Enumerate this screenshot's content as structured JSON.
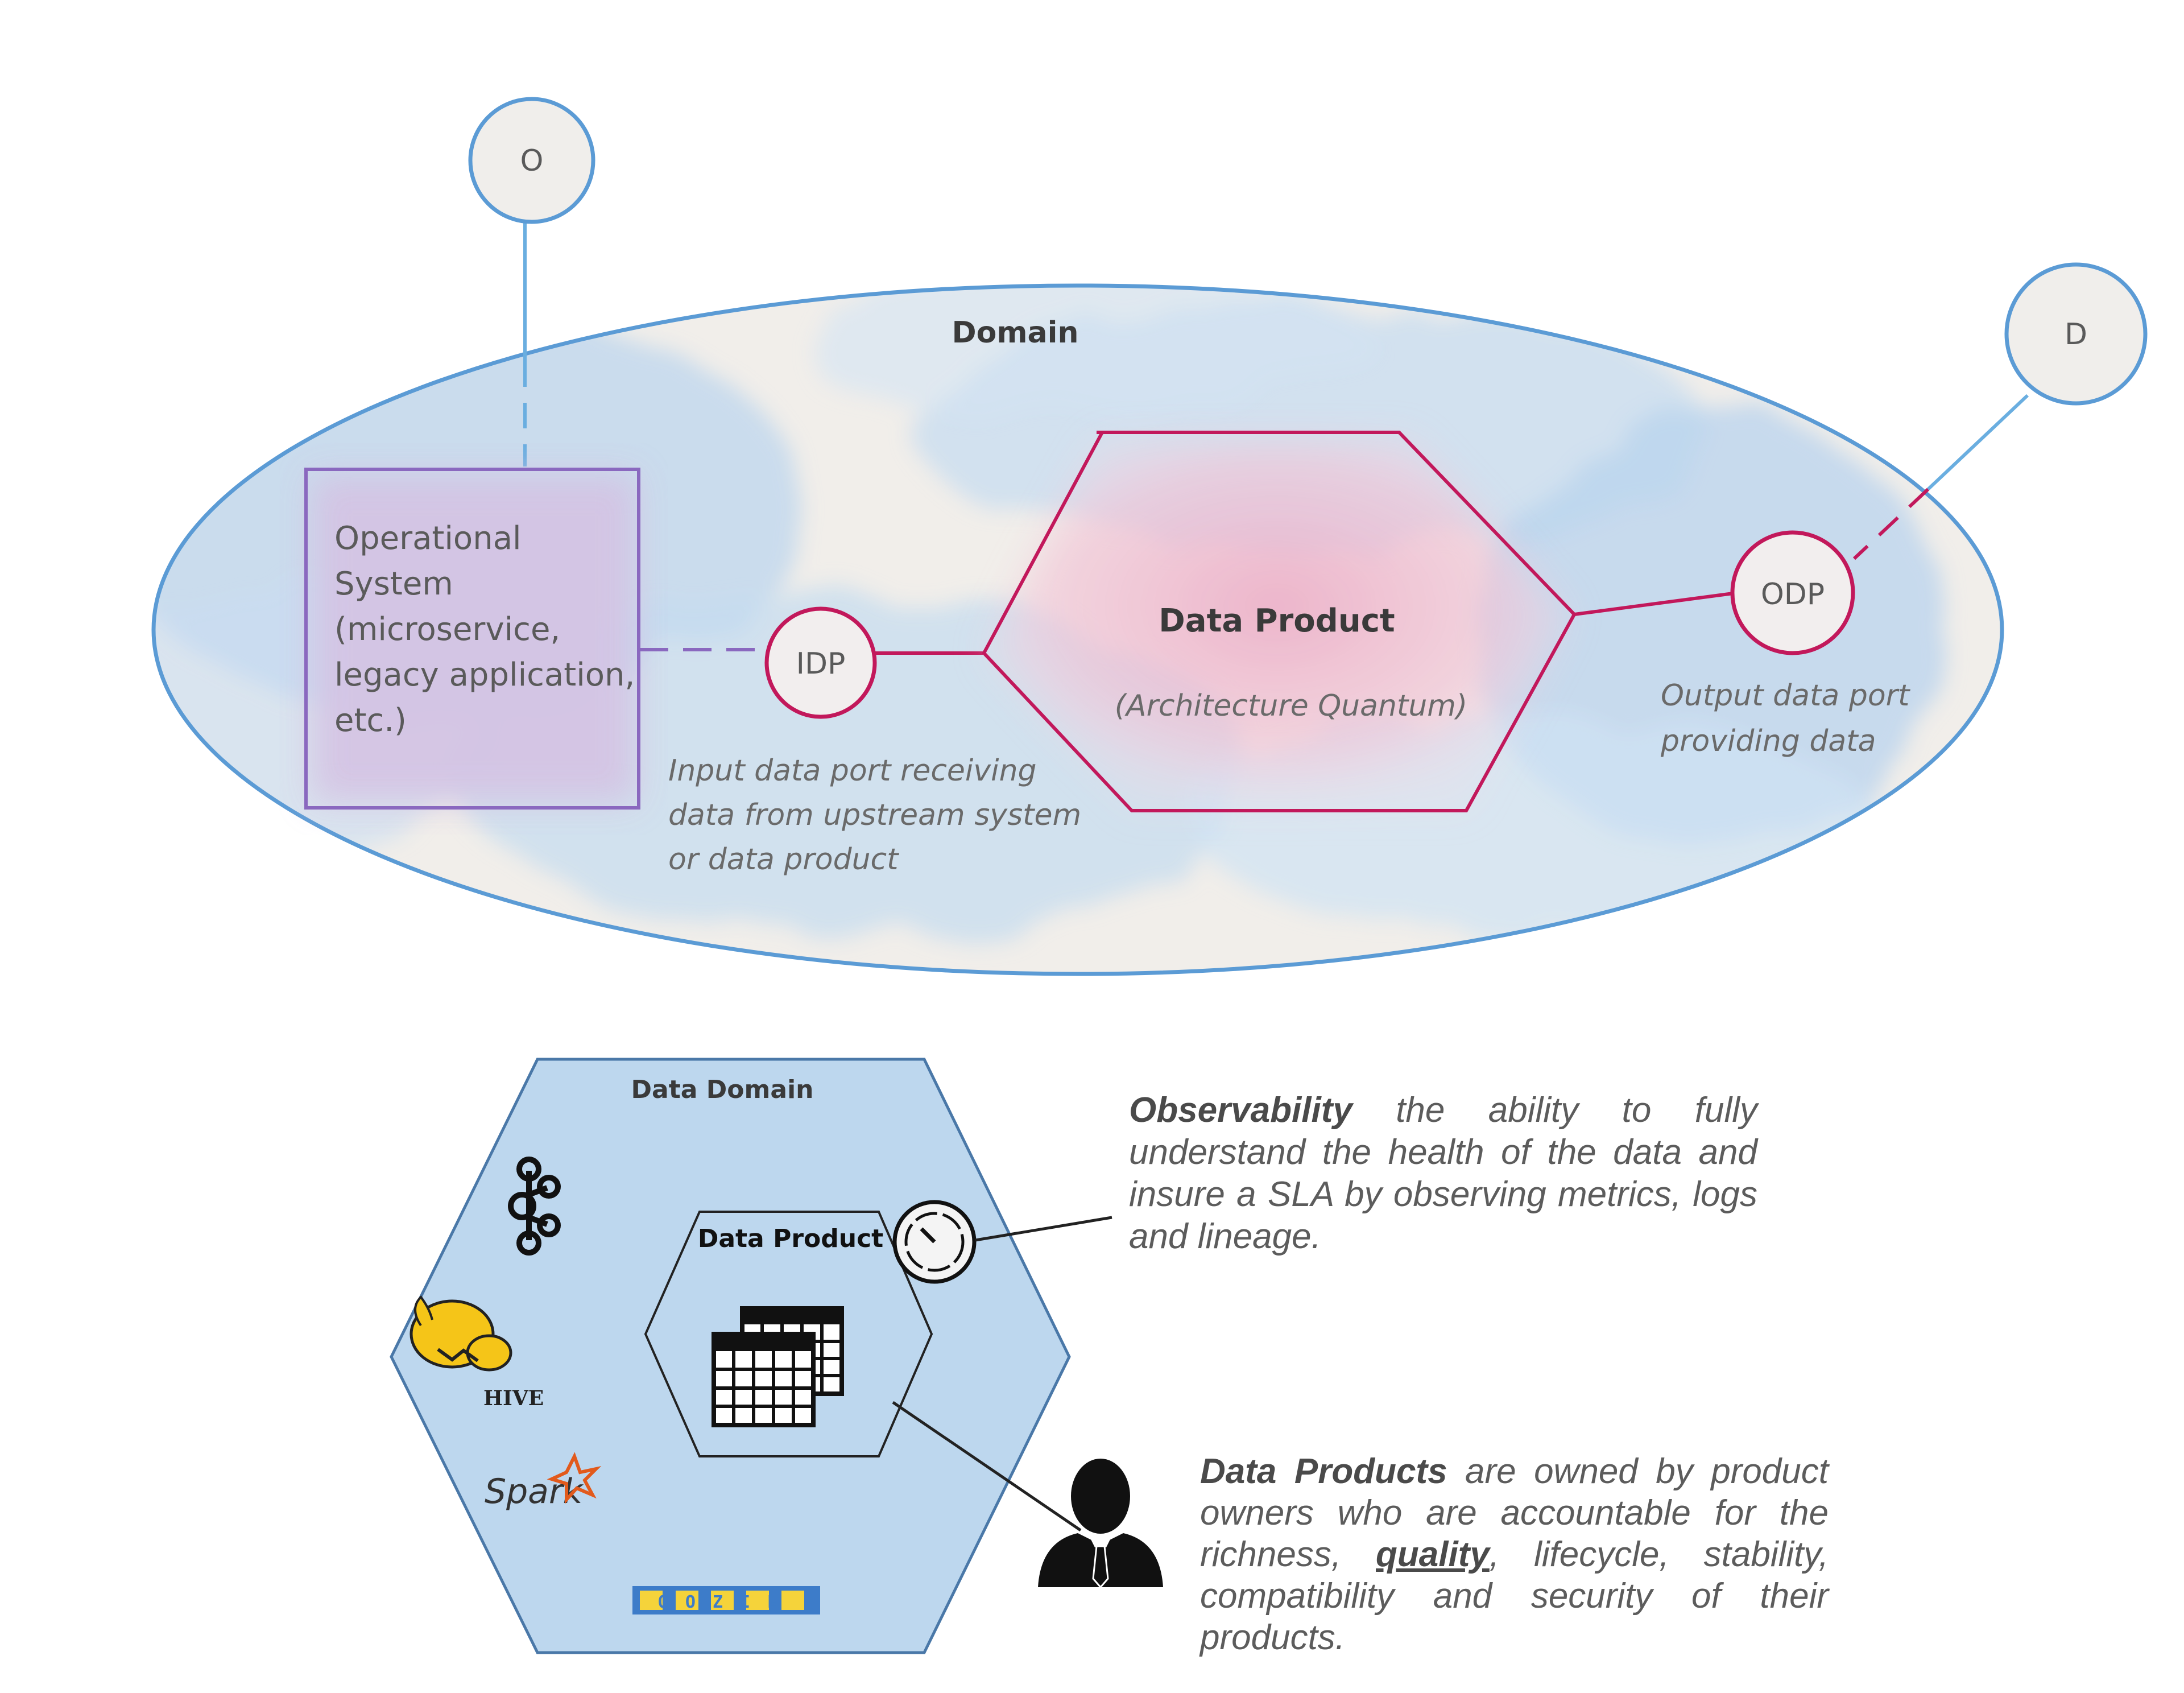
{
  "top_diagram": {
    "domain_label": "Domain",
    "operator_circle": "O",
    "data_user_circle": "D",
    "operational_system_lines": [
      "Operational",
      "System",
      "(microservice,",
      "legacy application,",
      "etc.)"
    ],
    "input_port": "IDP",
    "input_port_note_lines": [
      "Input data port receiving",
      "data from upstream system",
      "or data product"
    ],
    "data_product_title": "Data Product",
    "data_product_subtitle": "(Architecture Quantum)",
    "output_port": "ODP",
    "output_port_note_lines": [
      "Output data port",
      "providing data"
    ],
    "colors": {
      "ellipse_stroke": "#5b9bd5",
      "connector": "#6aaee0",
      "hexagon_stroke": "#c2185b",
      "hexagon_fill": "#f2c4d6",
      "os_box_stroke": "#7e57c2",
      "os_box_fill": "#d8c8e4"
    }
  },
  "bottom_diagram": {
    "domain_hex_label": "Data Domain",
    "product_hex_label": "Data Product",
    "tool_icons": [
      "kafka-icon",
      "hive-icon",
      "spark-icon",
      "oozie-icon"
    ],
    "spark_text": "Spark",
    "hive_text": "HIVE",
    "oozie_text": "OOZIE",
    "observability": {
      "term": "Observability",
      "text": " the ability to fully understand the health of the data and insure a SLA by observing metrics, logs and lineage."
    },
    "ownership": {
      "term": "Data Products",
      "text_before": " are owned by product owners who are accountable for the richness, ",
      "emphasis": "quality",
      "text_after": ", lifecycle, stability, compatibility and security of their products."
    },
    "colors": {
      "domain_hex_fill": "#bdd7ee",
      "domain_hex_stroke": "#4a78a8"
    }
  }
}
